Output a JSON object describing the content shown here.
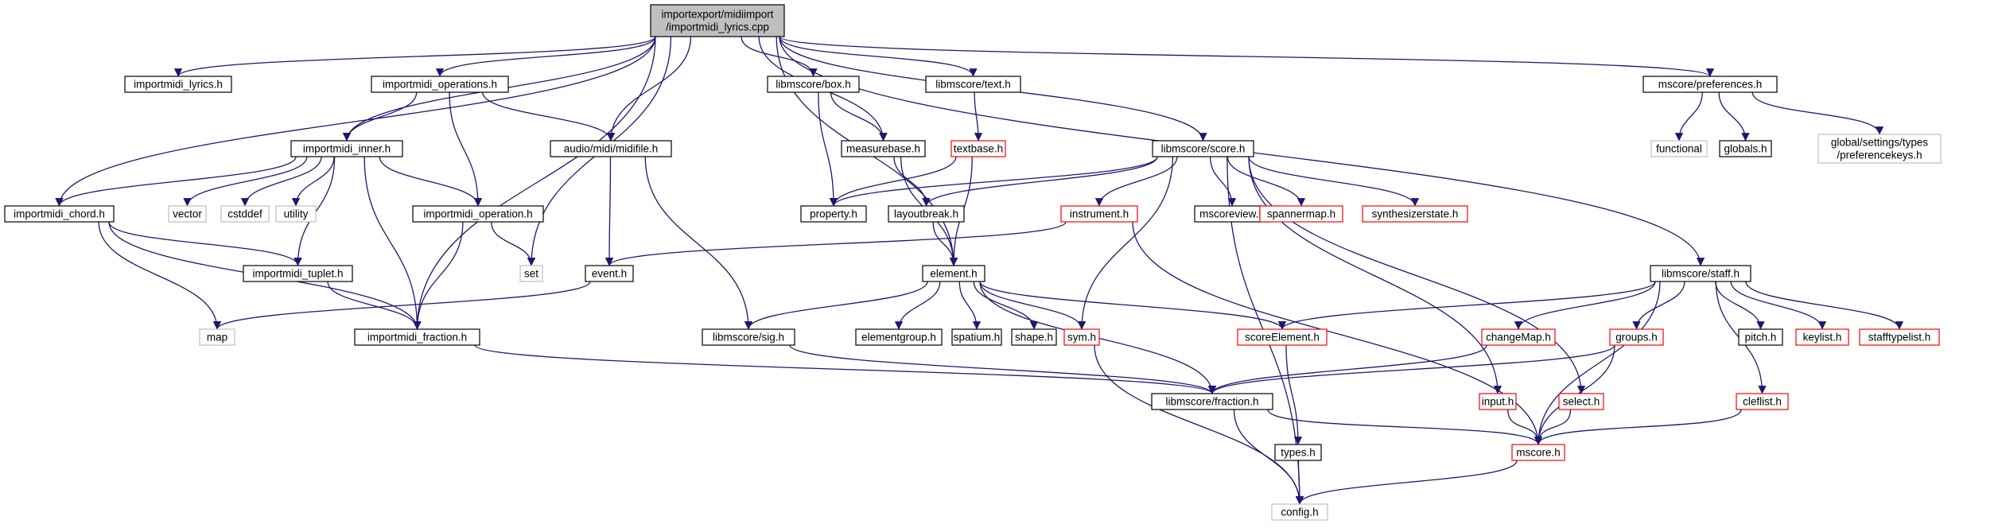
{
  "diagram_title": "importexport/midiimport/importmidi_lyrics.cpp",
  "colors": {
    "edge": "#191970",
    "root_fill": "#bfbfbf",
    "normal_border": "#000000",
    "truncated_border": "#ff0000",
    "external_border": "#bfbfbf",
    "background": "#ffffff"
  },
  "nodes": [
    {
      "id": "root",
      "lines": [
        "importexport/midiimport",
        "/importmidi_lyrics.cpp"
      ],
      "kind": "root"
    },
    {
      "id": "importmidi_lyrics_h",
      "lines": [
        "importmidi_lyrics.h"
      ],
      "kind": "normal"
    },
    {
      "id": "importmidi_operations_h",
      "lines": [
        "importmidi_operations.h"
      ],
      "kind": "normal"
    },
    {
      "id": "importmidi_inner_h",
      "lines": [
        "importmidi_inner.h"
      ],
      "kind": "normal"
    },
    {
      "id": "importmidi_chord_h",
      "lines": [
        "importmidi_chord.h"
      ],
      "kind": "normal"
    },
    {
      "id": "importmidi_tuplet_h",
      "lines": [
        "importmidi_tuplet.h"
      ],
      "kind": "normal"
    },
    {
      "id": "importmidi_fraction_h",
      "lines": [
        "importmidi_fraction.h"
      ],
      "kind": "normal"
    },
    {
      "id": "importmidi_operation_h",
      "lines": [
        "importmidi_operation.h"
      ],
      "kind": "normal"
    },
    {
      "id": "midifile_h",
      "lines": [
        "audio/midi/midifile.h"
      ],
      "kind": "normal"
    },
    {
      "id": "event_h",
      "lines": [
        "event.h"
      ],
      "kind": "normal"
    },
    {
      "id": "sig_h",
      "lines": [
        "libmscore/sig.h"
      ],
      "kind": "normal"
    },
    {
      "id": "box_h",
      "lines": [
        "libmscore/box.h"
      ],
      "kind": "normal"
    },
    {
      "id": "text_h",
      "lines": [
        "libmscore/text.h"
      ],
      "kind": "normal"
    },
    {
      "id": "textbase_h",
      "lines": [
        "textbase.h"
      ],
      "kind": "truncated"
    },
    {
      "id": "measurebase_h",
      "lines": [
        "measurebase.h"
      ],
      "kind": "normal"
    },
    {
      "id": "property_h",
      "lines": [
        "property.h"
      ],
      "kind": "normal"
    },
    {
      "id": "layoutbreak_h",
      "lines": [
        "layoutbreak.h"
      ],
      "kind": "normal"
    },
    {
      "id": "element_h",
      "lines": [
        "element.h"
      ],
      "kind": "normal"
    },
    {
      "id": "elementgroup_h",
      "lines": [
        "elementgroup.h"
      ],
      "kind": "normal"
    },
    {
      "id": "spatium_h",
      "lines": [
        "spatium.h"
      ],
      "kind": "normal"
    },
    {
      "id": "shape_h",
      "lines": [
        "shape.h"
      ],
      "kind": "normal"
    },
    {
      "id": "sym_h",
      "lines": [
        "sym.h"
      ],
      "kind": "truncated"
    },
    {
      "id": "score_h",
      "lines": [
        "libmscore/score.h"
      ],
      "kind": "normal"
    },
    {
      "id": "instrument_h",
      "lines": [
        "instrument.h"
      ],
      "kind": "truncated"
    },
    {
      "id": "mscoreview_h",
      "lines": [
        "mscoreview.h"
      ],
      "kind": "normal"
    },
    {
      "id": "spannermap_h",
      "lines": [
        "spannermap.h"
      ],
      "kind": "truncated"
    },
    {
      "id": "synthesizerstate_h",
      "lines": [
        "synthesizerstate.h"
      ],
      "kind": "truncated"
    },
    {
      "id": "scoreelement_h",
      "lines": [
        "scoreElement.h"
      ],
      "kind": "truncated"
    },
    {
      "id": "changemap_h",
      "lines": [
        "changeMap.h"
      ],
      "kind": "truncated"
    },
    {
      "id": "types_h",
      "lines": [
        "types.h"
      ],
      "kind": "normal"
    },
    {
      "id": "fraction_h",
      "lines": [
        "libmscore/fraction.h"
      ],
      "kind": "normal"
    },
    {
      "id": "config_h",
      "lines": [
        "config.h"
      ],
      "kind": "external"
    },
    {
      "id": "mscore_h",
      "lines": [
        "mscore.h"
      ],
      "kind": "truncated"
    },
    {
      "id": "input_h",
      "lines": [
        "input.h"
      ],
      "kind": "truncated"
    },
    {
      "id": "select_h",
      "lines": [
        "select.h"
      ],
      "kind": "truncated"
    },
    {
      "id": "groups_h",
      "lines": [
        "groups.h"
      ],
      "kind": "truncated"
    },
    {
      "id": "cleflist_h",
      "lines": [
        "cleflist.h"
      ],
      "kind": "truncated"
    },
    {
      "id": "staff_h",
      "lines": [
        "libmscore/staff.h"
      ],
      "kind": "normal"
    },
    {
      "id": "pitch_h",
      "lines": [
        "pitch.h"
      ],
      "kind": "normal"
    },
    {
      "id": "keylist_h",
      "lines": [
        "keylist.h"
      ],
      "kind": "truncated"
    },
    {
      "id": "stafftypelist_h",
      "lines": [
        "stafftypelist.h"
      ],
      "kind": "truncated"
    },
    {
      "id": "preferences_h",
      "lines": [
        "mscore/preferences.h"
      ],
      "kind": "normal"
    },
    {
      "id": "functional",
      "lines": [
        "functional"
      ],
      "kind": "external"
    },
    {
      "id": "globals_h",
      "lines": [
        "globals.h"
      ],
      "kind": "normal"
    },
    {
      "id": "preferencekeys_h",
      "lines": [
        "global/settings/types",
        "/preferencekeys.h"
      ],
      "kind": "external"
    },
    {
      "id": "vector",
      "lines": [
        "vector"
      ],
      "kind": "external"
    },
    {
      "id": "cstddef",
      "lines": [
        "cstddef"
      ],
      "kind": "external"
    },
    {
      "id": "utility",
      "lines": [
        "utility"
      ],
      "kind": "external"
    },
    {
      "id": "set",
      "lines": [
        "set"
      ],
      "kind": "external"
    },
    {
      "id": "map",
      "lines": [
        "map"
      ],
      "kind": "external"
    }
  ],
  "edges": [
    [
      "root",
      "importmidi_lyrics_h"
    ],
    [
      "root",
      "importmidi_operations_h"
    ],
    [
      "root",
      "importmidi_inner_h"
    ],
    [
      "root",
      "importmidi_chord_h"
    ],
    [
      "root",
      "midifile_h"
    ],
    [
      "root",
      "set"
    ],
    [
      "root",
      "importmidi_fraction_h"
    ],
    [
      "root",
      "element_h"
    ],
    [
      "root",
      "measurebase_h"
    ],
    [
      "root",
      "box_h"
    ],
    [
      "root",
      "text_h"
    ],
    [
      "root",
      "score_h"
    ],
    [
      "root",
      "staff_h"
    ],
    [
      "root",
      "preferences_h"
    ],
    [
      "importmidi_operations_h",
      "importmidi_inner_h"
    ],
    [
      "importmidi_operations_h",
      "midifile_h"
    ],
    [
      "importmidi_operations_h",
      "importmidi_operation_h"
    ],
    [
      "importmidi_inner_h",
      "importmidi_chord_h"
    ],
    [
      "importmidi_inner_h",
      "vector"
    ],
    [
      "importmidi_inner_h",
      "cstddef"
    ],
    [
      "importmidi_inner_h",
      "utility"
    ],
    [
      "importmidi_inner_h",
      "importmidi_operation_h"
    ],
    [
      "importmidi_inner_h",
      "importmidi_tuplet_h"
    ],
    [
      "importmidi_inner_h",
      "importmidi_fraction_h"
    ],
    [
      "importmidi_chord_h",
      "map"
    ],
    [
      "importmidi_chord_h",
      "importmidi_tuplet_h"
    ],
    [
      "importmidi_chord_h",
      "importmidi_fraction_h"
    ],
    [
      "importmidi_tuplet_h",
      "importmidi_fraction_h"
    ],
    [
      "importmidi_operation_h",
      "set"
    ],
    [
      "importmidi_operation_h",
      "importmidi_fraction_h"
    ],
    [
      "importmidi_fraction_h",
      "fraction_h"
    ],
    [
      "midifile_h",
      "event_h"
    ],
    [
      "midifile_h",
      "sig_h"
    ],
    [
      "event_h",
      "map"
    ],
    [
      "sig_h",
      "fraction_h"
    ],
    [
      "box_h",
      "measurebase_h"
    ],
    [
      "box_h",
      "property_h"
    ],
    [
      "text_h",
      "textbase_h"
    ],
    [
      "textbase_h",
      "property_h"
    ],
    [
      "textbase_h",
      "element_h"
    ],
    [
      "measurebase_h",
      "layoutbreak_h"
    ],
    [
      "measurebase_h",
      "element_h"
    ],
    [
      "layoutbreak_h",
      "element_h"
    ],
    [
      "element_h",
      "sig_h"
    ],
    [
      "element_h",
      "elementgroup_h"
    ],
    [
      "element_h",
      "spatium_h"
    ],
    [
      "element_h",
      "shape_h"
    ],
    [
      "element_h",
      "sym_h"
    ],
    [
      "element_h",
      "scoreelement_h"
    ],
    [
      "element_h",
      "fraction_h"
    ],
    [
      "score_h",
      "property_h"
    ],
    [
      "score_h",
      "layoutbreak_h"
    ],
    [
      "score_h",
      "sym_h"
    ],
    [
      "score_h",
      "instrument_h"
    ],
    [
      "score_h",
      "mscoreview_h"
    ],
    [
      "score_h",
      "spannermap_h"
    ],
    [
      "score_h",
      "synthesizerstate_h"
    ],
    [
      "score_h",
      "config_h"
    ],
    [
      "score_h",
      "input_h"
    ],
    [
      "score_h",
      "select_h"
    ],
    [
      "instrument_h",
      "event_h"
    ],
    [
      "instrument_h",
      "mscore_h"
    ],
    [
      "sym_h",
      "config_h"
    ],
    [
      "scoreelement_h",
      "types_h"
    ],
    [
      "types_h",
      "config_h"
    ],
    [
      "changemap_h",
      "fraction_h"
    ],
    [
      "fraction_h",
      "config_h"
    ],
    [
      "fraction_h",
      "mscore_h"
    ],
    [
      "mscore_h",
      "config_h"
    ],
    [
      "input_h",
      "mscore_h"
    ],
    [
      "select_h",
      "mscore_h"
    ],
    [
      "groups_h",
      "fraction_h"
    ],
    [
      "groups_h",
      "mscore_h"
    ],
    [
      "cleflist_h",
      "mscore_h"
    ],
    [
      "staff_h",
      "scoreelement_h"
    ],
    [
      "staff_h",
      "changemap_h"
    ],
    [
      "staff_h",
      "groups_h"
    ],
    [
      "staff_h",
      "mscore_h"
    ],
    [
      "staff_h",
      "cleflist_h"
    ],
    [
      "staff_h",
      "pitch_h"
    ],
    [
      "staff_h",
      "keylist_h"
    ],
    [
      "staff_h",
      "stafftypelist_h"
    ],
    [
      "preferences_h",
      "functional"
    ],
    [
      "preferences_h",
      "globals_h"
    ],
    [
      "preferences_h",
      "preferencekeys_h"
    ]
  ]
}
